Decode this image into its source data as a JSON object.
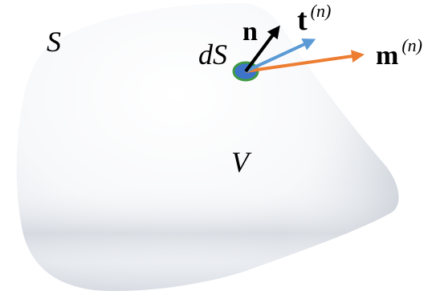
{
  "labels": {
    "surface": "S",
    "volume": "V",
    "element": "dS",
    "normal": "n",
    "traction_main": "t",
    "traction_sup": "(n)",
    "couple_main": "m",
    "couple_sup": "(n)"
  },
  "colors": {
    "background": "#ffffff",
    "body_light": "#ffffff",
    "body_mid": "#eef0f3",
    "body_shadow": "#c9ced6",
    "element_fill": "#3d73c9",
    "element_edge": "#3f9a45",
    "normal_vector": "#000000",
    "traction_vector": "#5b9bd5",
    "couple_vector": "#ed7d31",
    "text": "#000000"
  }
}
